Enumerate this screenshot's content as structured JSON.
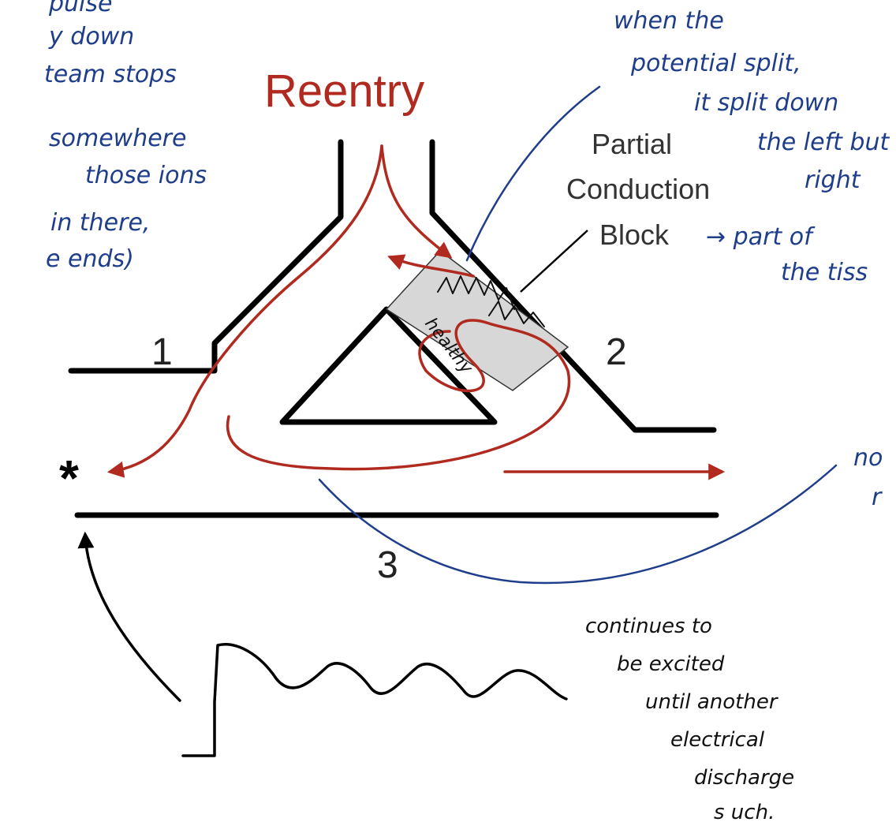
{
  "diagram": {
    "title": "Reentry",
    "block_label_lines": [
      "Partial",
      "Conduction",
      "Block"
    ],
    "branch_labels": [
      "1",
      "2",
      "3"
    ],
    "origin_marker": "*",
    "colors": {
      "tissue": "#000000",
      "impulse": "#b02a1f",
      "block_fill": "#d7d7d7",
      "ink": "#1e3d8a",
      "ink_dark": "#111111"
    }
  },
  "annotations": {
    "top_left_lines": [
      "pulse",
      "y down",
      "team stops",
      "somewhere",
      "those ions",
      "in there,",
      "e ends)"
    ],
    "top_right_lines": [
      "when the",
      "potential split,",
      "it split down",
      "the left but",
      "right"
    ],
    "block_note_lines": [
      "→ part of",
      "the tiss"
    ],
    "healthy_label": "healthy",
    "right_edge_lines": [
      "no",
      "r"
    ],
    "bottom_right_lines": [
      "continues to",
      "be excited",
      "until another",
      "electrical",
      "discharge",
      "s uch."
    ]
  }
}
